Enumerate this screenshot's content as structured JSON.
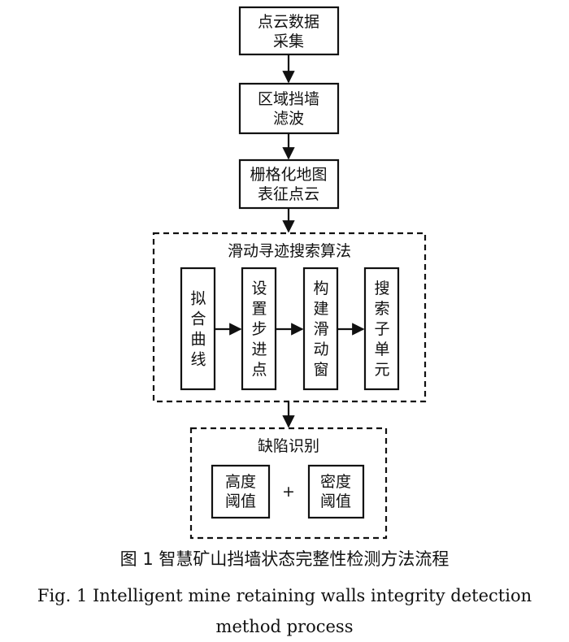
{
  "diagram": {
    "nodes": {
      "collect": {
        "label": "点云数据采集"
      },
      "filter": {
        "label": "区域挡墙滤波"
      },
      "grid": {
        "label": "栅格化地图表征点云"
      },
      "fit": {
        "label": "拟合曲线"
      },
      "step": {
        "label": "设置步进点"
      },
      "window": {
        "label": "构建滑动窗"
      },
      "search": {
        "label": "搜索子单元"
      },
      "height": {
        "label": "高度阈值"
      },
      "density": {
        "label": "密度阈值"
      }
    },
    "groups": {
      "sliding": {
        "label": "滑动寻迹搜索算法"
      },
      "defect": {
        "label": "缺陷识别"
      }
    },
    "plus_sign": "+",
    "edges": [
      {
        "from": "collect",
        "to": "filter"
      },
      {
        "from": "filter",
        "to": "grid"
      },
      {
        "from": "grid",
        "to": "sliding"
      },
      {
        "from": "fit",
        "to": "step"
      },
      {
        "from": "step",
        "to": "window"
      },
      {
        "from": "window",
        "to": "search"
      },
      {
        "from": "sliding",
        "to": "defect"
      }
    ]
  },
  "caption": {
    "cn": "图 1   智慧矿山挡墙状态完整性检测方法流程",
    "en": "Fig. 1    Intelligent mine retaining walls integrity detection method process"
  }
}
